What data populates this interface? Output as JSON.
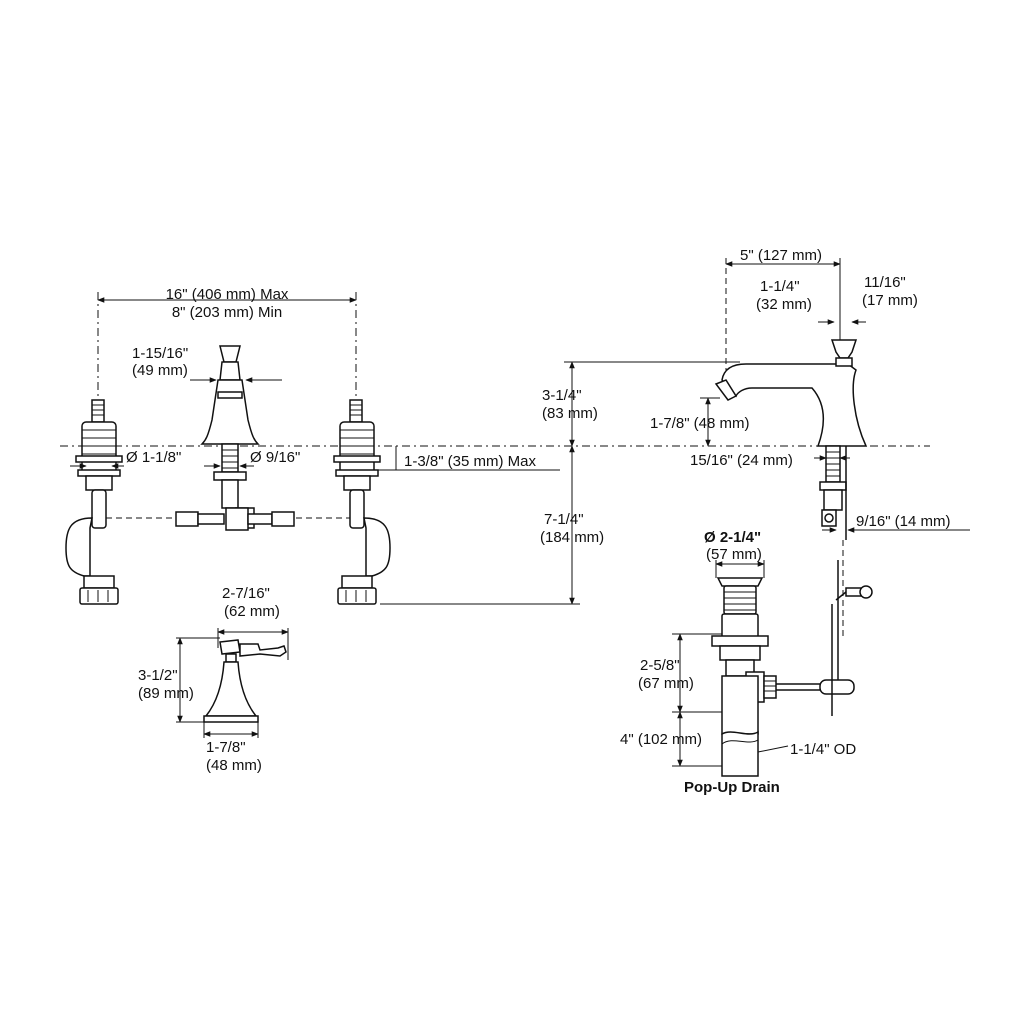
{
  "colors": {
    "ink": "#111111",
    "paper": "#ffffff"
  },
  "labels": {
    "spread_max": "16\" (406 mm) Max",
    "spread_min": "8\" (203 mm) Min",
    "spout_base_in": "1-15/16\"",
    "spout_base_mm": "(49 mm)",
    "hole_dia": "Ø 1-1/8\"",
    "shank_dia": "Ø 9/16\"",
    "deck_thickness": "1-3/8\" (35 mm) Max",
    "spout_height_in": "3-1/4\"",
    "spout_height_mm": "(83 mm)",
    "below_deck_in": "7-1/4\"",
    "below_deck_mm": "(184 mm)",
    "handle_width_in": "2-7/16\"",
    "handle_width_mm": "(62 mm)",
    "handle_height_in": "3-1/2\"",
    "handle_height_mm": "(89 mm)",
    "handle_base_in": "1-7/8\"",
    "handle_base_mm": "(48 mm)",
    "reach": "5\" (127 mm)",
    "spout_tip_in": "1-1/4\"",
    "spout_tip_mm": "(32 mm)",
    "knob_in": "11/16\"",
    "knob_mm": "(17 mm)",
    "outlet_height": "1-7/8\" (48 mm)",
    "spout_offset": "15/16\" (24 mm)",
    "lift_rod_offset": "9/16\" (14 mm)",
    "drain_dia_in": "Ø 2-1/4\"",
    "drain_dia_mm": "(57 mm)",
    "drain_body_in": "2-5/8\"",
    "drain_body_mm": "(67 mm)",
    "tailpiece": "4\" (102 mm)",
    "tailpiece_od": "1-1/4\" OD",
    "drain_title": "Pop-Up Drain"
  }
}
